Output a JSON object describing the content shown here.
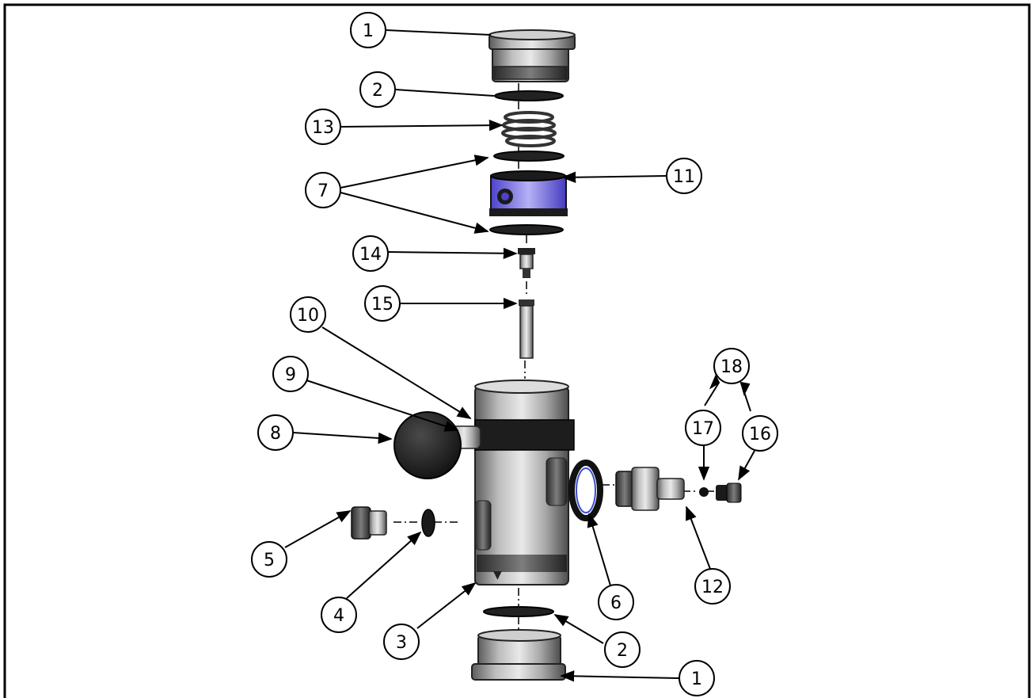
{
  "diagram": {
    "type": "exploded-assembly",
    "part_numbers": [
      "1",
      "2",
      "13",
      "7",
      "11",
      "14",
      "15",
      "10",
      "9",
      "8",
      "18",
      "17",
      "16",
      "5",
      "4",
      "6",
      "12",
      "3",
      "2",
      "1"
    ]
  }
}
